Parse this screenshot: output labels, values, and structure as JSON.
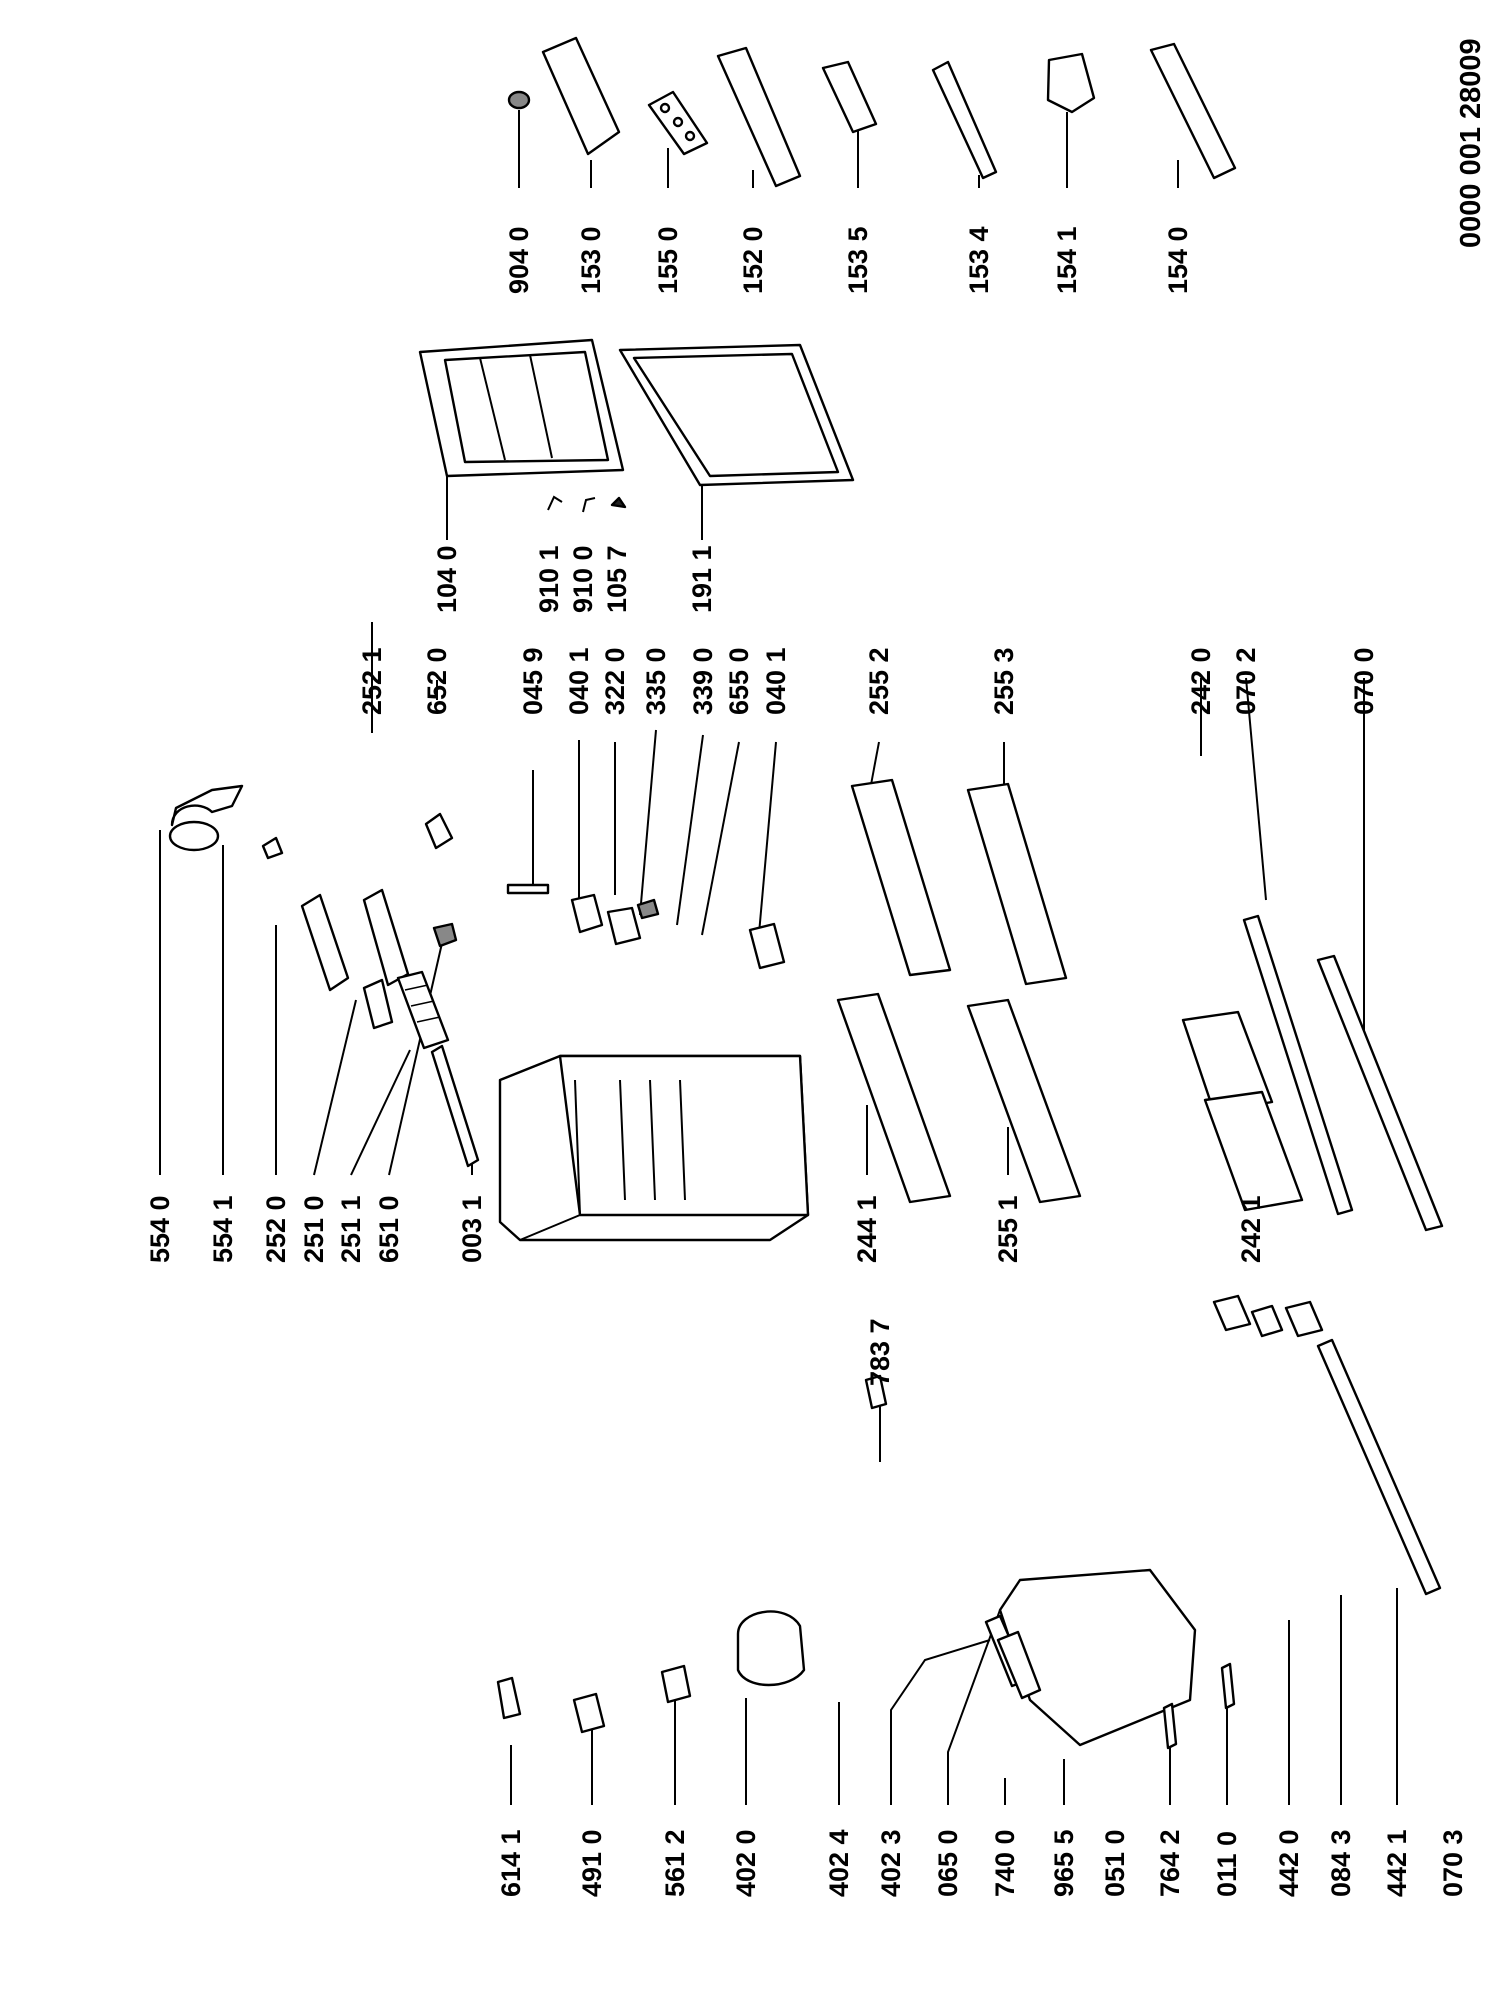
{
  "document_number": "0000 001 28009",
  "part_labels": {
    "p904_0": "904 0",
    "p153_0": "153 0",
    "p155_0": "155 0",
    "p152_0": "152 0",
    "p153_5": "153 5",
    "p153_4": "153 4",
    "p154_1": "154 1",
    "p154_0": "154 0",
    "p104_0": "104 0",
    "p910_1": "910 1",
    "p910_0": "910 0",
    "p105_7": "105 7",
    "p191_1": "191 1",
    "p252_1": "252 1",
    "p652_0": "652 0",
    "p045_9": "045 9",
    "p040_1a": "040 1",
    "p322_0": "322 0",
    "p335_0": "335 0",
    "p339_0": "339 0",
    "p655_0": "655 0",
    "p040_1b": "040 1",
    "p255_2": "255 2",
    "p255_3": "255 3",
    "p242_0": "242 0",
    "p070_2": "070 2",
    "p070_0": "070 0",
    "p554_0": "554 0",
    "p554_1": "554 1",
    "p252_0": "252 0",
    "p251_0": "251 0",
    "p251_1": "251 1",
    "p651_0": "651 0",
    "p003_1": "003 1",
    "p244_1": "244 1",
    "p255_1": "255 1",
    "p242_1": "242 1",
    "p783_7": "783 7",
    "p614_1": "614 1",
    "p491_0": "491 0",
    "p561_2": "561 2",
    "p402_0": "402 0",
    "p402_4": "402 4",
    "p402_3": "402 3",
    "p065_0": "065 0",
    "p740_0": "740 0",
    "p965_5": "965 5",
    "p051_0": "051 0",
    "p764_2": "764 2",
    "p011_0": "011 0",
    "p442_0": "442 0",
    "p084_3": "084 3",
    "p442_1": "442 1",
    "p070_3": "070 3"
  }
}
